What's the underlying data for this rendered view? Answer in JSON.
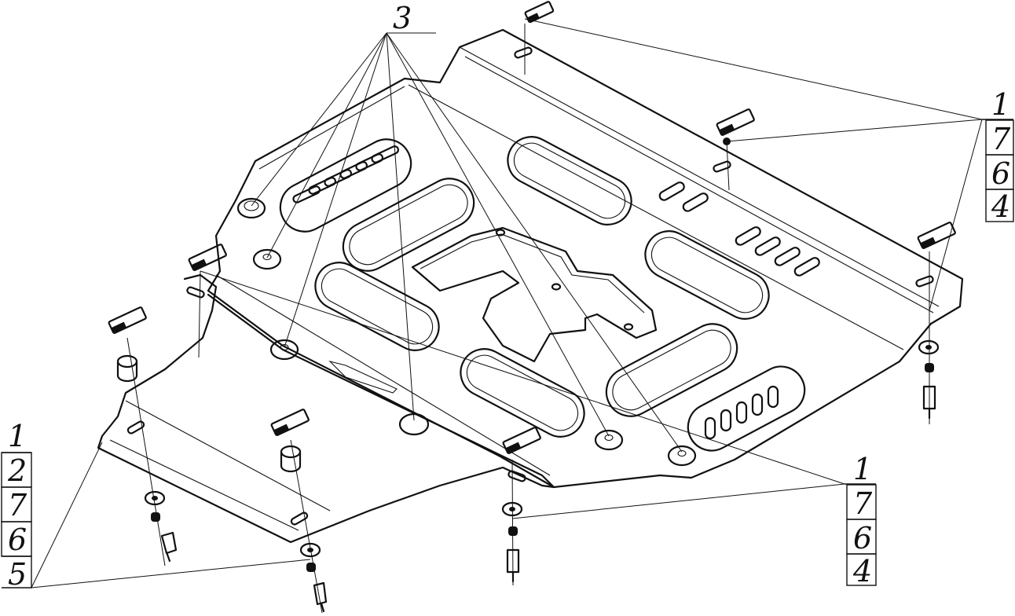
{
  "diagram": {
    "callout_top": "3",
    "stack_right_top": [
      "1",
      "7",
      "6",
      "4"
    ],
    "stack_left_bottom": [
      "1",
      "2",
      "7",
      "6",
      "5"
    ],
    "stack_right_bottom": [
      "1",
      "7",
      "6",
      "4"
    ]
  },
  "colors": {
    "line": "#111111",
    "background": "#ffffff"
  }
}
